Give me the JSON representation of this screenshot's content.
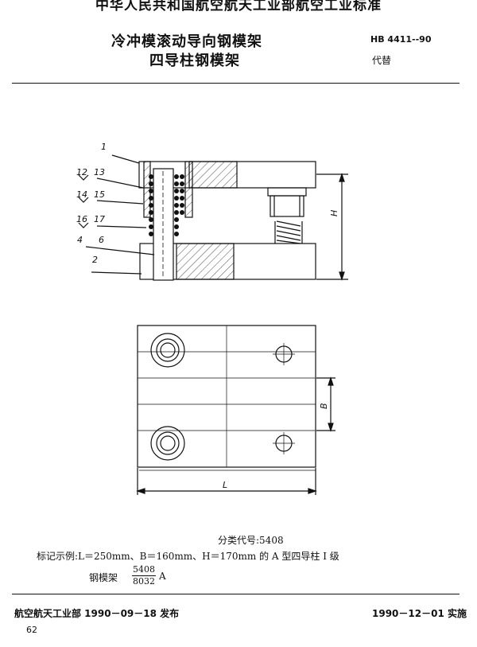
{
  "header": {
    "organization_title": "中华人民共和国航空航天工业部航空工业标准",
    "title_line1": "冷冲模滚动导向钢模架",
    "title_line2": "四导柱钢模架",
    "standard_number": "HB 4411--90",
    "replaces_label": "代替"
  },
  "drawing": {
    "callouts": [
      "1",
      "12",
      "13",
      "14",
      "15",
      "16",
      "17",
      "4",
      "6",
      "2"
    ],
    "dim_height": "H",
    "dim_spacing": "B",
    "dim_length": "L"
  },
  "body": {
    "classification_code": "分类代号:5408",
    "marking_example": "标记示例:L＝250mm、B＝160mm、H＝170mm 的 A 型四导柱 I 级",
    "steel_frame_label": "钢模架",
    "fraction_numerator": "5408",
    "fraction_denominator": "8032",
    "fraction_suffix": "A"
  },
  "footer": {
    "issued": "航空航天工业部 1990－09－18 发布",
    "effective": "1990－12－01 实施",
    "page_number": "62"
  }
}
